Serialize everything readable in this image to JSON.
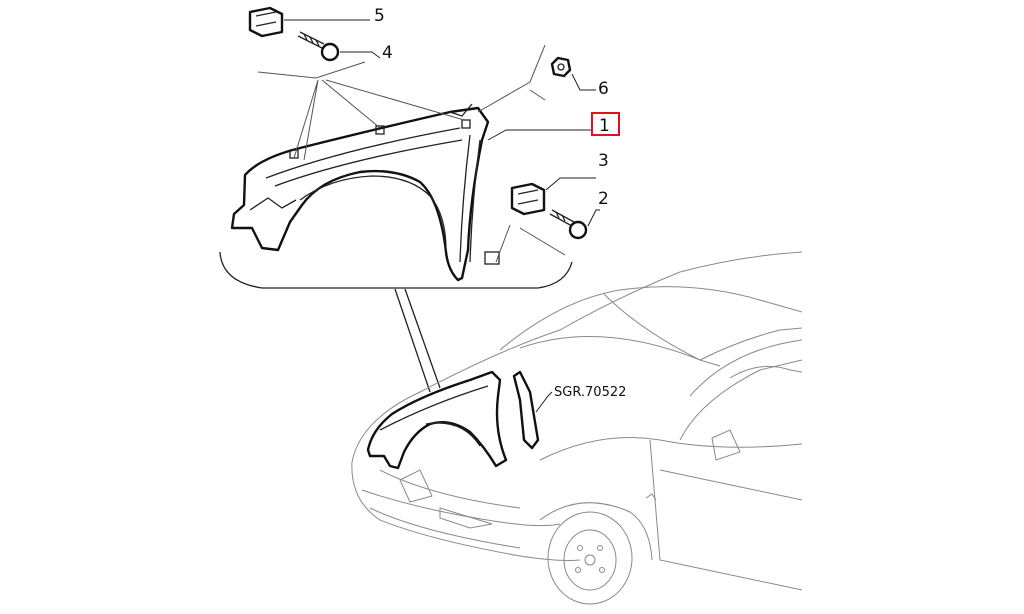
{
  "callouts": [
    {
      "id": "5",
      "label": "5"
    },
    {
      "id": "4",
      "label": "4"
    },
    {
      "id": "6",
      "label": "6"
    },
    {
      "id": "1",
      "label": "1",
      "highlighted": true
    },
    {
      "id": "3",
      "label": "3"
    },
    {
      "id": "2",
      "label": "2"
    }
  ],
  "drawing_code": "SGR.70522",
  "colors": {
    "line": "#111111",
    "highlight": "#e0141e",
    "background": "#ffffff"
  }
}
